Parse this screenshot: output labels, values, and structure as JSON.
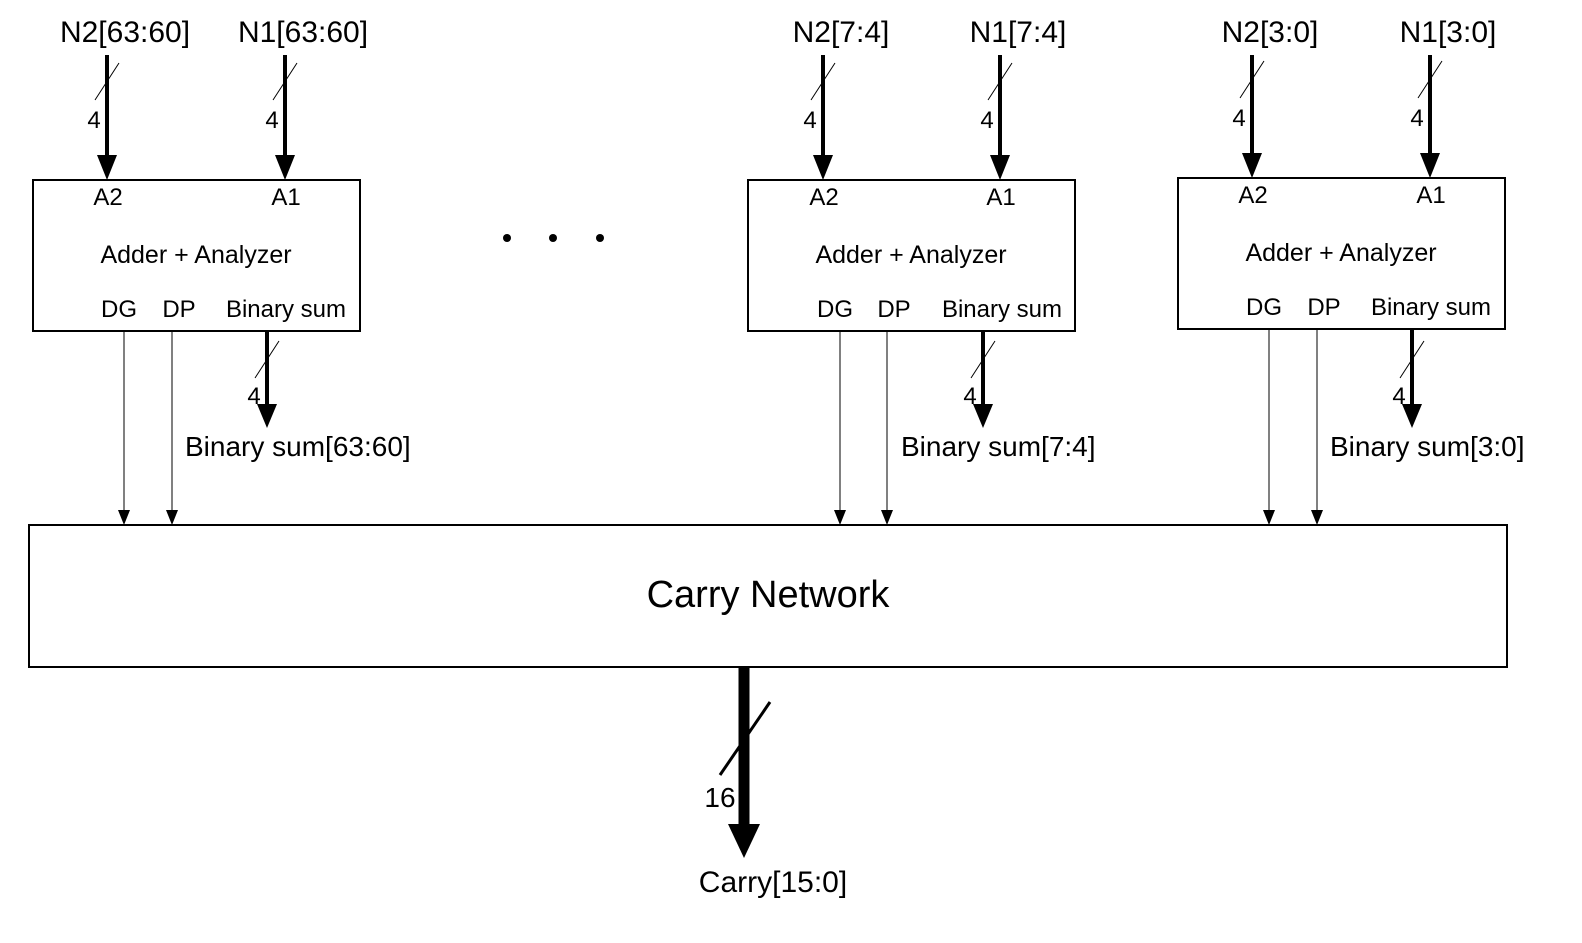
{
  "blocks": [
    {
      "in2": "N2[63:60]",
      "in1": "N1[63:60]",
      "port_a2": "A2",
      "port_a1": "A1",
      "title": "Adder + Analyzer",
      "out_dg": "DG",
      "out_dp": "DP",
      "out_sum": "Binary sum",
      "in_width": "4",
      "sum_width": "4",
      "sum_label": "Binary sum[63:60]"
    },
    {
      "in2": "N2[7:4]",
      "in1": "N1[7:4]",
      "port_a2": "A2",
      "port_a1": "A1",
      "title": "Adder + Analyzer",
      "out_dg": "DG",
      "out_dp": "DP",
      "out_sum": "Binary sum",
      "in_width": "4",
      "sum_width": "4",
      "sum_label": "Binary sum[7:4]"
    },
    {
      "in2": "N2[3:0]",
      "in1": "N1[3:0]",
      "port_a2": "A2",
      "port_a1": "A1",
      "title": "Adder + Analyzer",
      "out_dg": "DG",
      "out_dp": "DP",
      "out_sum": "Binary sum",
      "in_width": "4",
      "sum_width": "4",
      "sum_label": "Binary sum[3:0]"
    }
  ],
  "carry_network": {
    "title": "Carry Network",
    "out_width": "16",
    "out_label": "Carry[15:0]"
  },
  "colors": {
    "stroke": "#000000",
    "background": "#ffffff"
  }
}
